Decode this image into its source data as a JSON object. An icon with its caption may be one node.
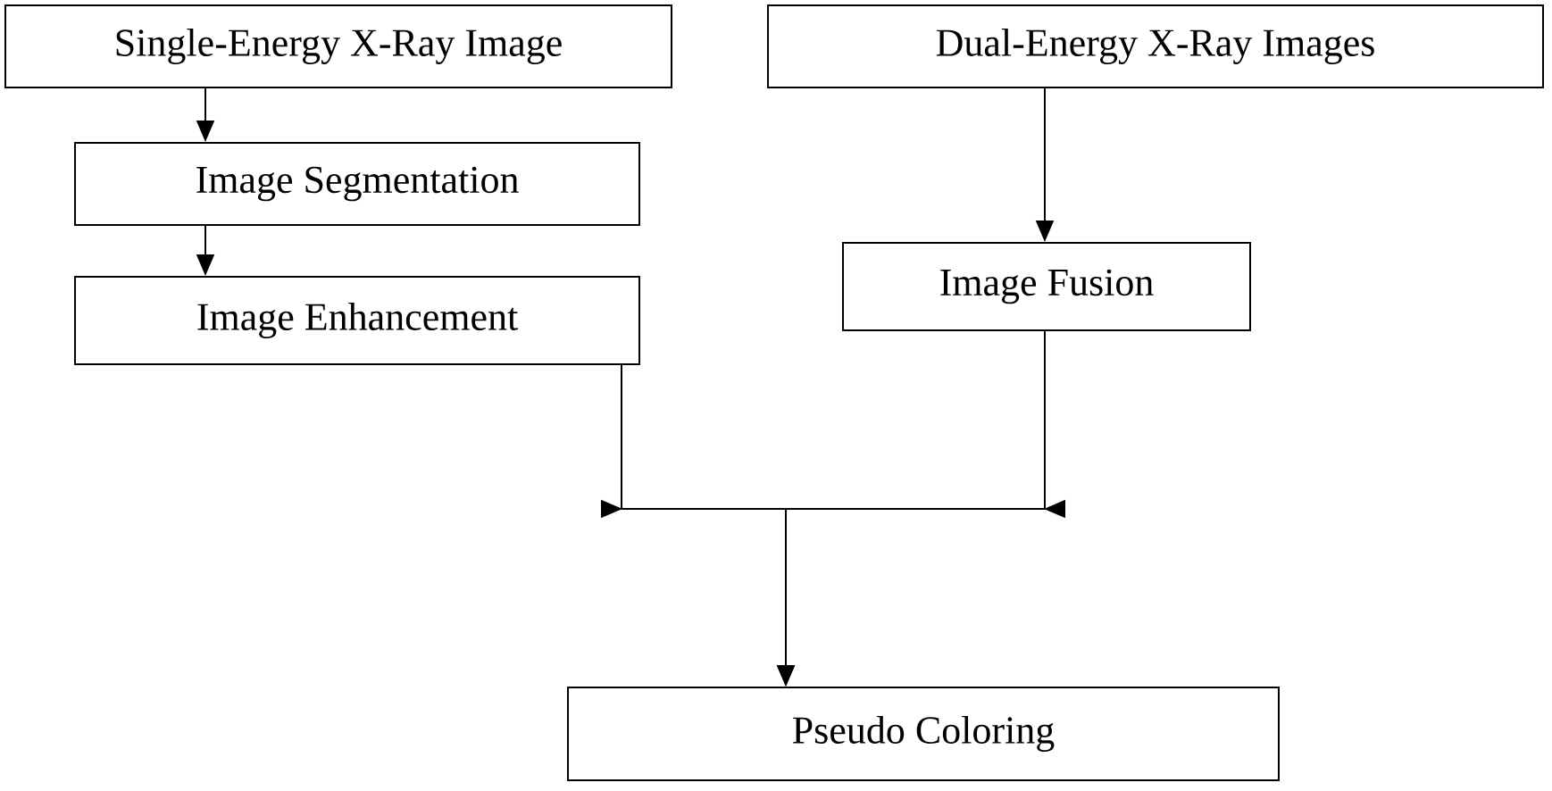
{
  "diagram": {
    "nodes": [
      {
        "text": [
          "Single-Energy X-Ray Image"
        ]
      },
      {
        "text": [
          "Dual-Energy X-Ray Images"
        ]
      },
      {
        "text": [
          "Image Segmentation"
        ]
      },
      {
        "text": [
          "Image Fusion"
        ]
      },
      {
        "text": [
          "Image Enhancement"
        ]
      },
      {
        "text": [
          "Pseudo Coloring"
        ]
      }
    ],
    "edges": [
      {
        "from": 0,
        "to": 2,
        "arrow": "to"
      },
      {
        "from": 2,
        "to": 4,
        "arrow": "to"
      },
      {
        "from": 1,
        "to": 3,
        "arrow": "to"
      },
      {
        "from": 4,
        "to": 5,
        "arrow": "to"
      },
      {
        "from": 3,
        "to": 5,
        "arrow": "to"
      }
    ]
  }
}
